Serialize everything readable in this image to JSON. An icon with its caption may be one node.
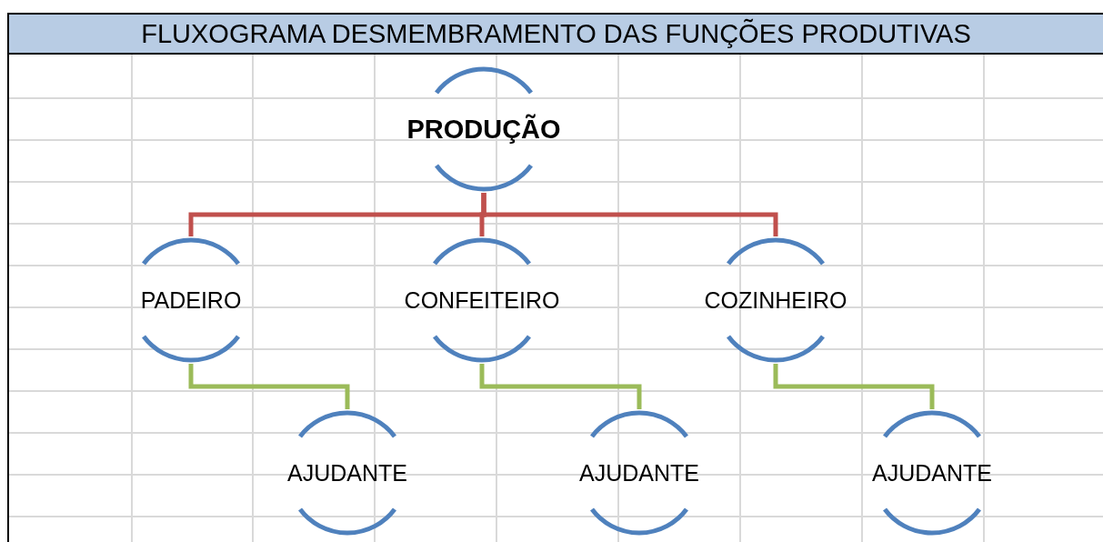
{
  "diagram": {
    "title": "FLUXOGRAMA DESMEMBRAMENTO DAS FUNÇÕES PRODUTIVAS",
    "nodes": [
      {
        "text": [
          "PRODUÇÃO"
        ]
      },
      {
        "text": [
          "PADEIRO"
        ]
      },
      {
        "text": [
          "CONFEITEIRO"
        ]
      },
      {
        "text": [
          "COZINHEIRO"
        ]
      },
      {
        "text": [
          "AJUDANTE"
        ]
      },
      {
        "text": [
          "AJUDANTE"
        ]
      },
      {
        "text": [
          "AJUDANTE"
        ]
      }
    ],
    "edges": [
      {
        "from": 0,
        "to": 1,
        "arrow": "none",
        "color": "#c0504d"
      },
      {
        "from": 0,
        "to": 2,
        "arrow": "none",
        "color": "#c0504d"
      },
      {
        "from": 0,
        "to": 3,
        "arrow": "none",
        "color": "#c0504d"
      },
      {
        "from": 1,
        "to": 4,
        "arrow": "none",
        "color": "#9bbb59"
      },
      {
        "from": 2,
        "to": 5,
        "arrow": "none",
        "color": "#9bbb59"
      },
      {
        "from": 3,
        "to": 6,
        "arrow": "none",
        "color": "#9bbb59"
      }
    ]
  }
}
